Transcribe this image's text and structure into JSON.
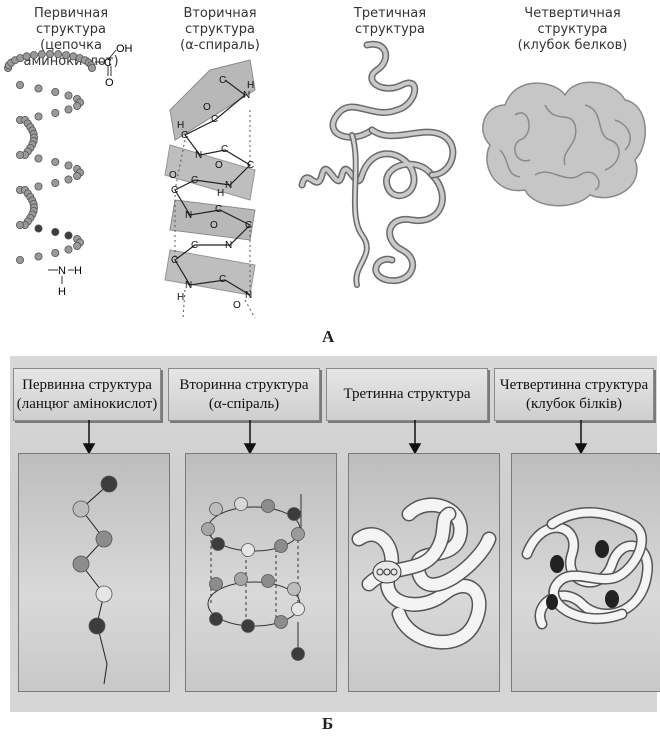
{
  "panel_a": {
    "letter": "А",
    "captions": [
      {
        "line1": "Первичная структура",
        "line2": "(цепочка аминокислот)"
      },
      {
        "line1": "Вторичная структура",
        "line2": "(α-спираль)"
      },
      {
        "line1": "Третичная структура",
        "line2": ""
      },
      {
        "line1": "Четвертичная структура",
        "line2": "(клубок белков)"
      }
    ],
    "chain_labels": {
      "oh": "OH",
      "c": "C",
      "o": "O",
      "n": "N",
      "h": "H"
    }
  },
  "panel_b": {
    "letter": "Б",
    "headers": [
      {
        "line1": "Первинна структура",
        "line2": "(ланцюг амінокислот)"
      },
      {
        "line1": "Вторинна структура",
        "line2": "(α-спіраль)"
      },
      {
        "line1": "Третинна структура",
        "line2": ""
      },
      {
        "line1": "Четвертинна структура",
        "line2": "(клубок білків)"
      }
    ]
  },
  "colors": {
    "gray_bead": "#9a9a9a",
    "dark_bead": "#3c3c3c",
    "ribbon": "#b0b0b0",
    "blob": "#c6c6c6"
  }
}
